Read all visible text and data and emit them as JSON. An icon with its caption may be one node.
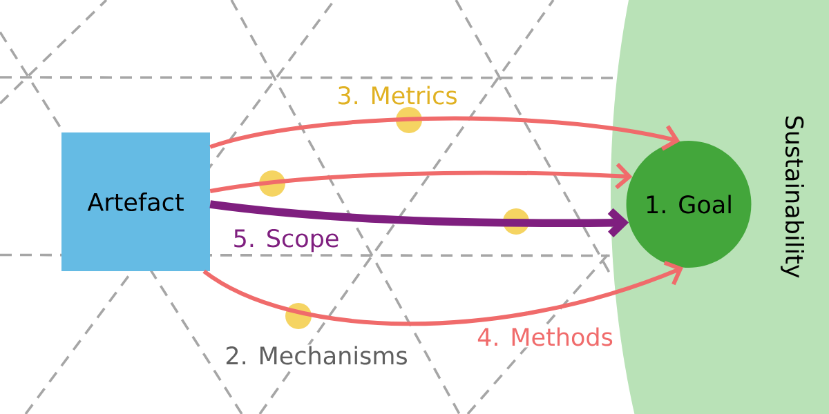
{
  "diagram": {
    "nodes": [
      {
        "text": [
          "Artefact"
        ]
      },
      {
        "text": [
          "Sustainability"
        ]
      },
      {
        "text": [
          "1. Goal"
        ],
        "in": 1
      }
    ],
    "edges": [
      {
        "from": 0,
        "to": 2,
        "arrow": "to"
      },
      {
        "from": 0,
        "to": 2,
        "arrow": "to"
      },
      {
        "from": 0,
        "to": 2,
        "arrow": "to",
        "style": "thick",
        "color": "#7f1f7f"
      },
      {
        "from": 0,
        "to": 2,
        "arrow": "to"
      }
    ],
    "labels": [
      "3. Metrics",
      "5. Scope",
      "2. Mechanisms",
      "4. Methods"
    ]
  }
}
